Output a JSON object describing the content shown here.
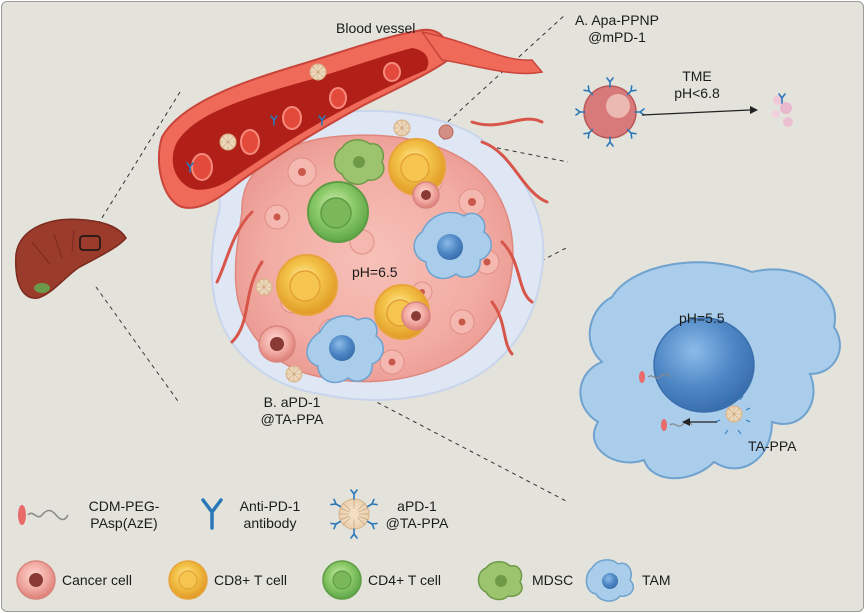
{
  "labels": {
    "blood_vessel": "Blood vessel",
    "nanoparticle_a_line1": "A. Apa-PPNP",
    "nanoparticle_a_line2": "@mPD-1",
    "tme_line1": "TME",
    "tme_line2": "pH<6.8",
    "tumor_ph": "pH=6.5",
    "tam_ph": "pH=5.5",
    "nanoparticle_b_line1": "B. aPD-1",
    "nanoparticle_b_line2": "@TA-PPA",
    "ta_ppa": "TA-PPA"
  },
  "legend_row1": [
    {
      "icon": "polymer-chain-icon",
      "line1": "CDM-PEG-",
      "line2": "PAsp(AzE)"
    },
    {
      "icon": "antibody-icon",
      "line1": "Anti-PD-1",
      "line2": "antibody"
    },
    {
      "icon": "nanoparticle-icon",
      "line1": "aPD-1",
      "line2": "@TA-PPA"
    }
  ],
  "legend_row2": [
    {
      "icon": "cancer-cell-icon",
      "label": "Cancer cell"
    },
    {
      "icon": "cd8-t-cell-icon",
      "label": "CD8+ T cell"
    },
    {
      "icon": "cd4-t-cell-icon",
      "label": "CD4+ T cell"
    },
    {
      "icon": "mdsc-icon",
      "label": "MDSC"
    },
    {
      "icon": "tam-icon",
      "label": "TAM"
    }
  ],
  "colors": {
    "background": "#e3e3dc",
    "vessel": "#e0584a",
    "cancer_cell": "#f0a8a0",
    "cd8_t_cell": "#f6c94c",
    "cd4_t_cell": "#8dcb6a",
    "mdsc": "#8fb866",
    "tam": "#a9cdea",
    "tam_nucleus": "#4f88c6",
    "liver": "#9b3b2b",
    "antibody": "#2a78b8"
  }
}
